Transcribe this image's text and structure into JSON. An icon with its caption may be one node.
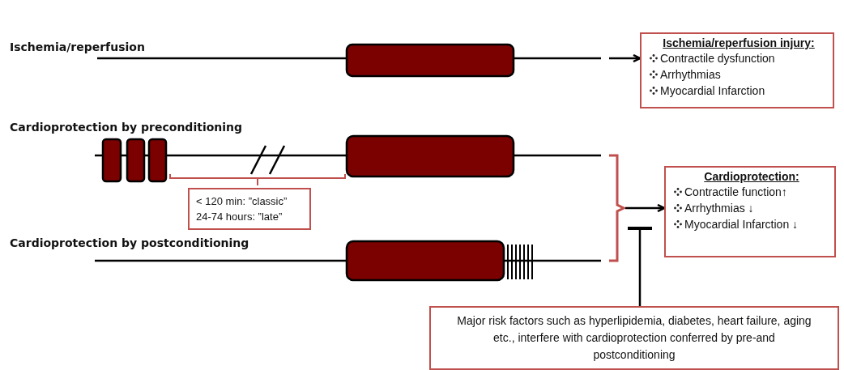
{
  "diagram": {
    "nodes": [
      {
        "text": [
          "Ischemia/reperfusion injury:",
          "Contractile dysfunction",
          "Arrhythmias",
          "Myocardial Infarction"
        ]
      },
      {
        "text": [
          "Cardioprotection:",
          "Contractile function↑",
          "Arrhythmias ↓",
          "Myocardial Infarction ↓"
        ]
      },
      {
        "text": [
          "< 120 min: ”classic”",
          "24-74 hours: ”late”"
        ]
      },
      {
        "text": [
          "Major risk factors such as hyperlipidemia, diabetes, heart failure, aging etc., interfere with cardioprotection conferred by pre-and postconditioning"
        ]
      },
      {
        "text": [],
        "shape": "bracket"
      }
    ],
    "edges": [
      {
        "from": null,
        "to": 0,
        "arrow": "to"
      },
      {
        "from": 4,
        "to": 1,
        "arrow": "to"
      },
      {
        "from": 3,
        "to": 1,
        "arrow": "other"
      }
    ],
    "labels": [
      "Ischemia/reperfusion",
      "Cardioprotection by preconditioning",
      "Cardioprotection by postconditioning"
    ]
  }
}
